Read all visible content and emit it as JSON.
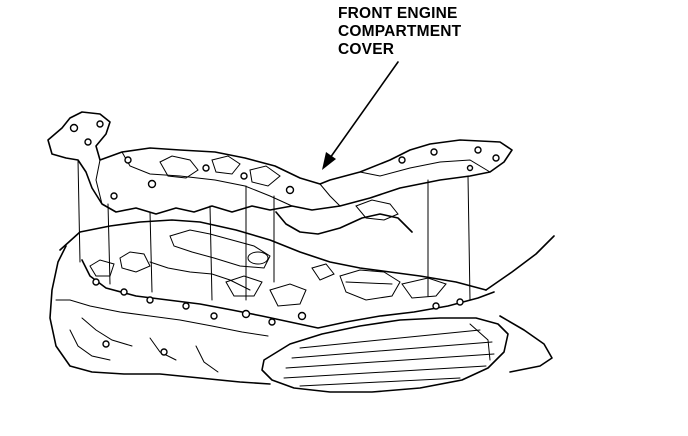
{
  "diagram": {
    "callout_lines": [
      "FRONT ENGINE",
      "COMPARTMENT",
      "COVER"
    ]
  }
}
